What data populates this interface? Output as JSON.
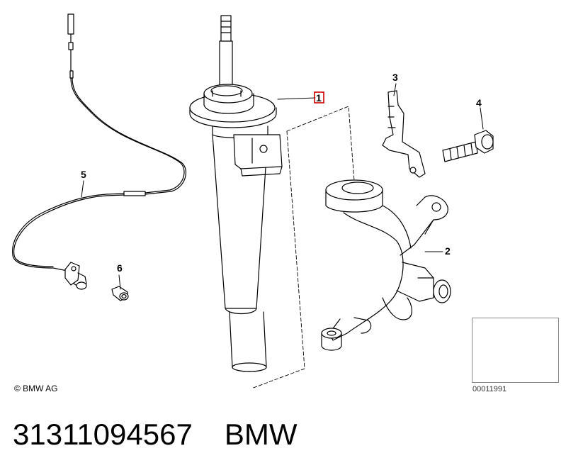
{
  "labels": {
    "part1": "1",
    "part2": "2",
    "part3": "3",
    "part4": "4",
    "part5": "5",
    "part6": "6"
  },
  "copyright": "© BMW AG",
  "diagram_ref": "00011991",
  "caption": {
    "part_number": "31311094567",
    "brand": "BMW"
  },
  "colors": {
    "highlight": "#cc0000",
    "line": "#000000"
  }
}
